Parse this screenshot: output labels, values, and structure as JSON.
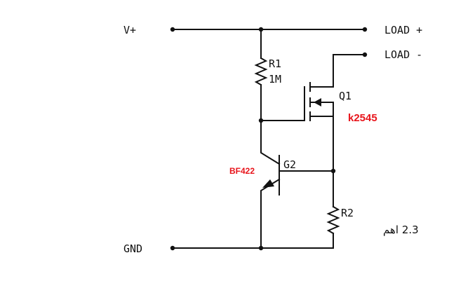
{
  "labels": {
    "vplus": "V+",
    "gnd": "GND",
    "load_plus": "LOAD +",
    "load_minus": "LOAD -",
    "r1_name": "R1",
    "r1_value": "1M",
    "q1_name": "Q1",
    "q1_part": "k2545",
    "q2_name": "G2",
    "q2_part": "BF422",
    "r2_name": "R2",
    "r2_value": "2.3 اهم"
  },
  "colors": {
    "wire": "#111111",
    "part_annotation": "#e8141b",
    "background": "#ffffff"
  }
}
